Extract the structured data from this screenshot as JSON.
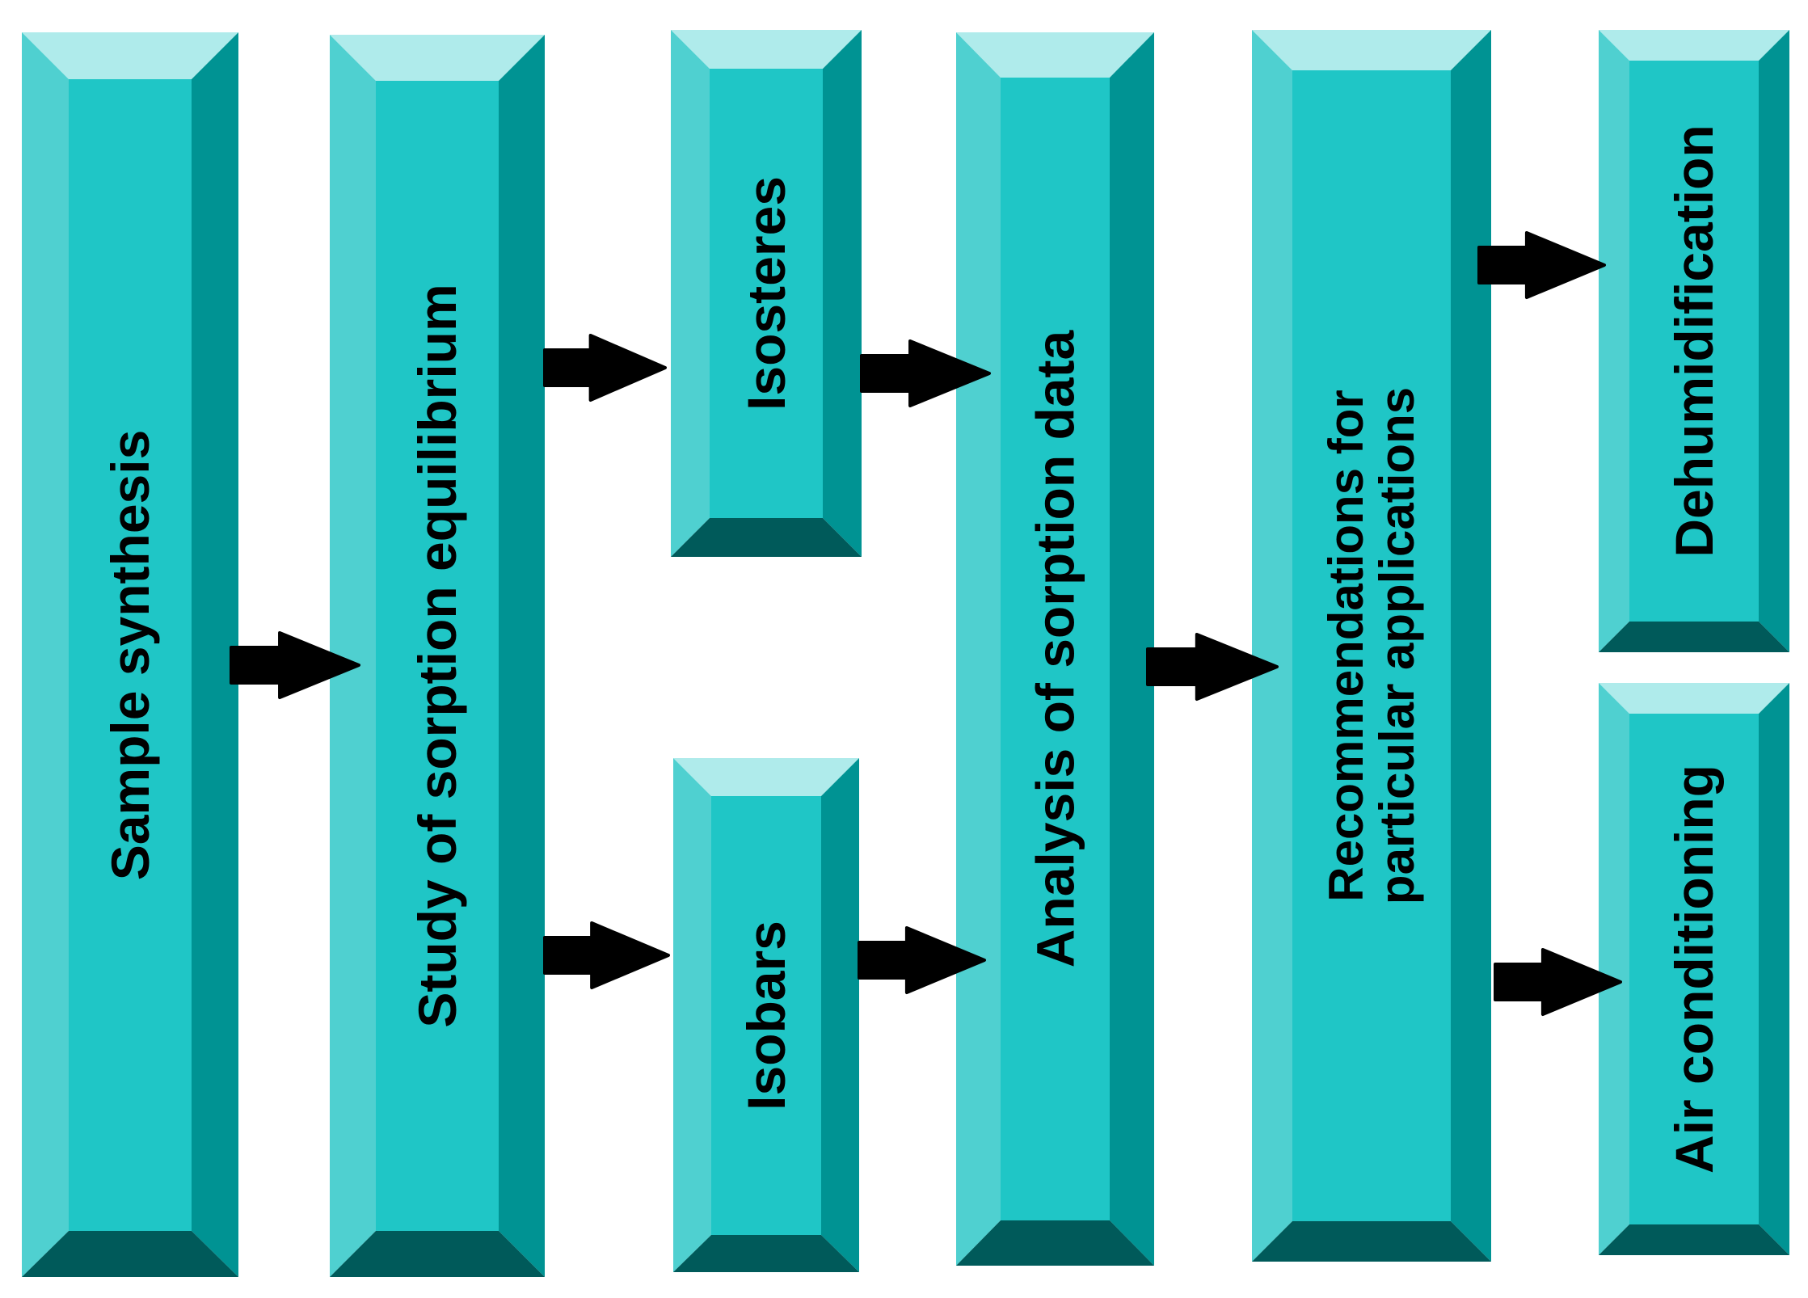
{
  "colors": {
    "face": "#1fc6c6",
    "top_bevel": "#afebeb",
    "left_bevel": "#4fd0d0",
    "right_bevel": "#009393",
    "bottom_bevel": "#005a5a",
    "arrow": "#000000"
  },
  "nodes": {
    "sample_synthesis": {
      "lines": [
        "Sample synthesis"
      ]
    },
    "sorption_equilibrium": {
      "lines": [
        "Study of sorption equilibrium"
      ]
    },
    "isosteres": {
      "lines": [
        "Isosteres"
      ]
    },
    "isobars": {
      "lines": [
        "Isobars"
      ]
    },
    "analysis": {
      "lines": [
        "Analysis of sorption data"
      ]
    },
    "recommendations": {
      "lines": [
        "Recommendations  for",
        "particular applications"
      ]
    },
    "dehumidification": {
      "lines": [
        "Dehumidification"
      ]
    },
    "air_conditioning": {
      "lines": [
        "Air conditioning"
      ]
    }
  },
  "edges": [
    {
      "from": "sample_synthesis",
      "to": "sorption_equilibrium"
    },
    {
      "from": "sorption_equilibrium",
      "to": "isosteres"
    },
    {
      "from": "sorption_equilibrium",
      "to": "isobars"
    },
    {
      "from": "isosteres",
      "to": "analysis"
    },
    {
      "from": "isobars",
      "to": "analysis"
    },
    {
      "from": "analysis",
      "to": "recommendations"
    },
    {
      "from": "recommendations",
      "to": "dehumidification"
    },
    {
      "from": "recommendations",
      "to": "air_conditioning"
    }
  ]
}
